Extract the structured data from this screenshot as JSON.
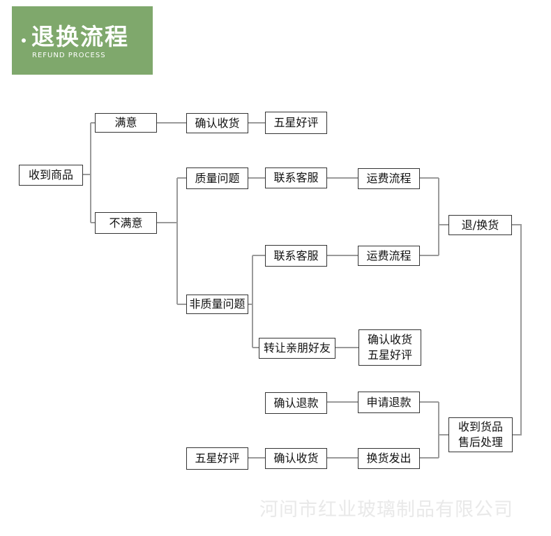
{
  "header": {
    "title": "退换流程",
    "subtitle": "REFUND PROCESS"
  },
  "nodes": {
    "receive_goods": "收到商品",
    "satisfied": "满意",
    "confirm_receipt_1": "确认收货",
    "five_star_1": "五星好评",
    "dissatisfied": "不满意",
    "quality_issue": "质量问题",
    "contact_cs_1": "联系客服",
    "shipping_1": "运费流程",
    "return_exchange": "退/换货",
    "non_quality_issue": "非质量问题",
    "contact_cs_2": "联系客服",
    "shipping_2": "运费流程",
    "transfer_friend": "转让亲朋好友",
    "confirm_five_line1": "确认收货",
    "confirm_five_line2": "五星好评",
    "confirm_refund": "确认退款",
    "apply_refund": "申请退款",
    "after_sales_line1": "收到货品",
    "after_sales_line2": "售后处理",
    "five_star_2": "五星好评",
    "confirm_receipt_2": "确认收货",
    "exchange_ship": "换货发出"
  },
  "watermark": "河间市红业玻璃制品有限公司"
}
